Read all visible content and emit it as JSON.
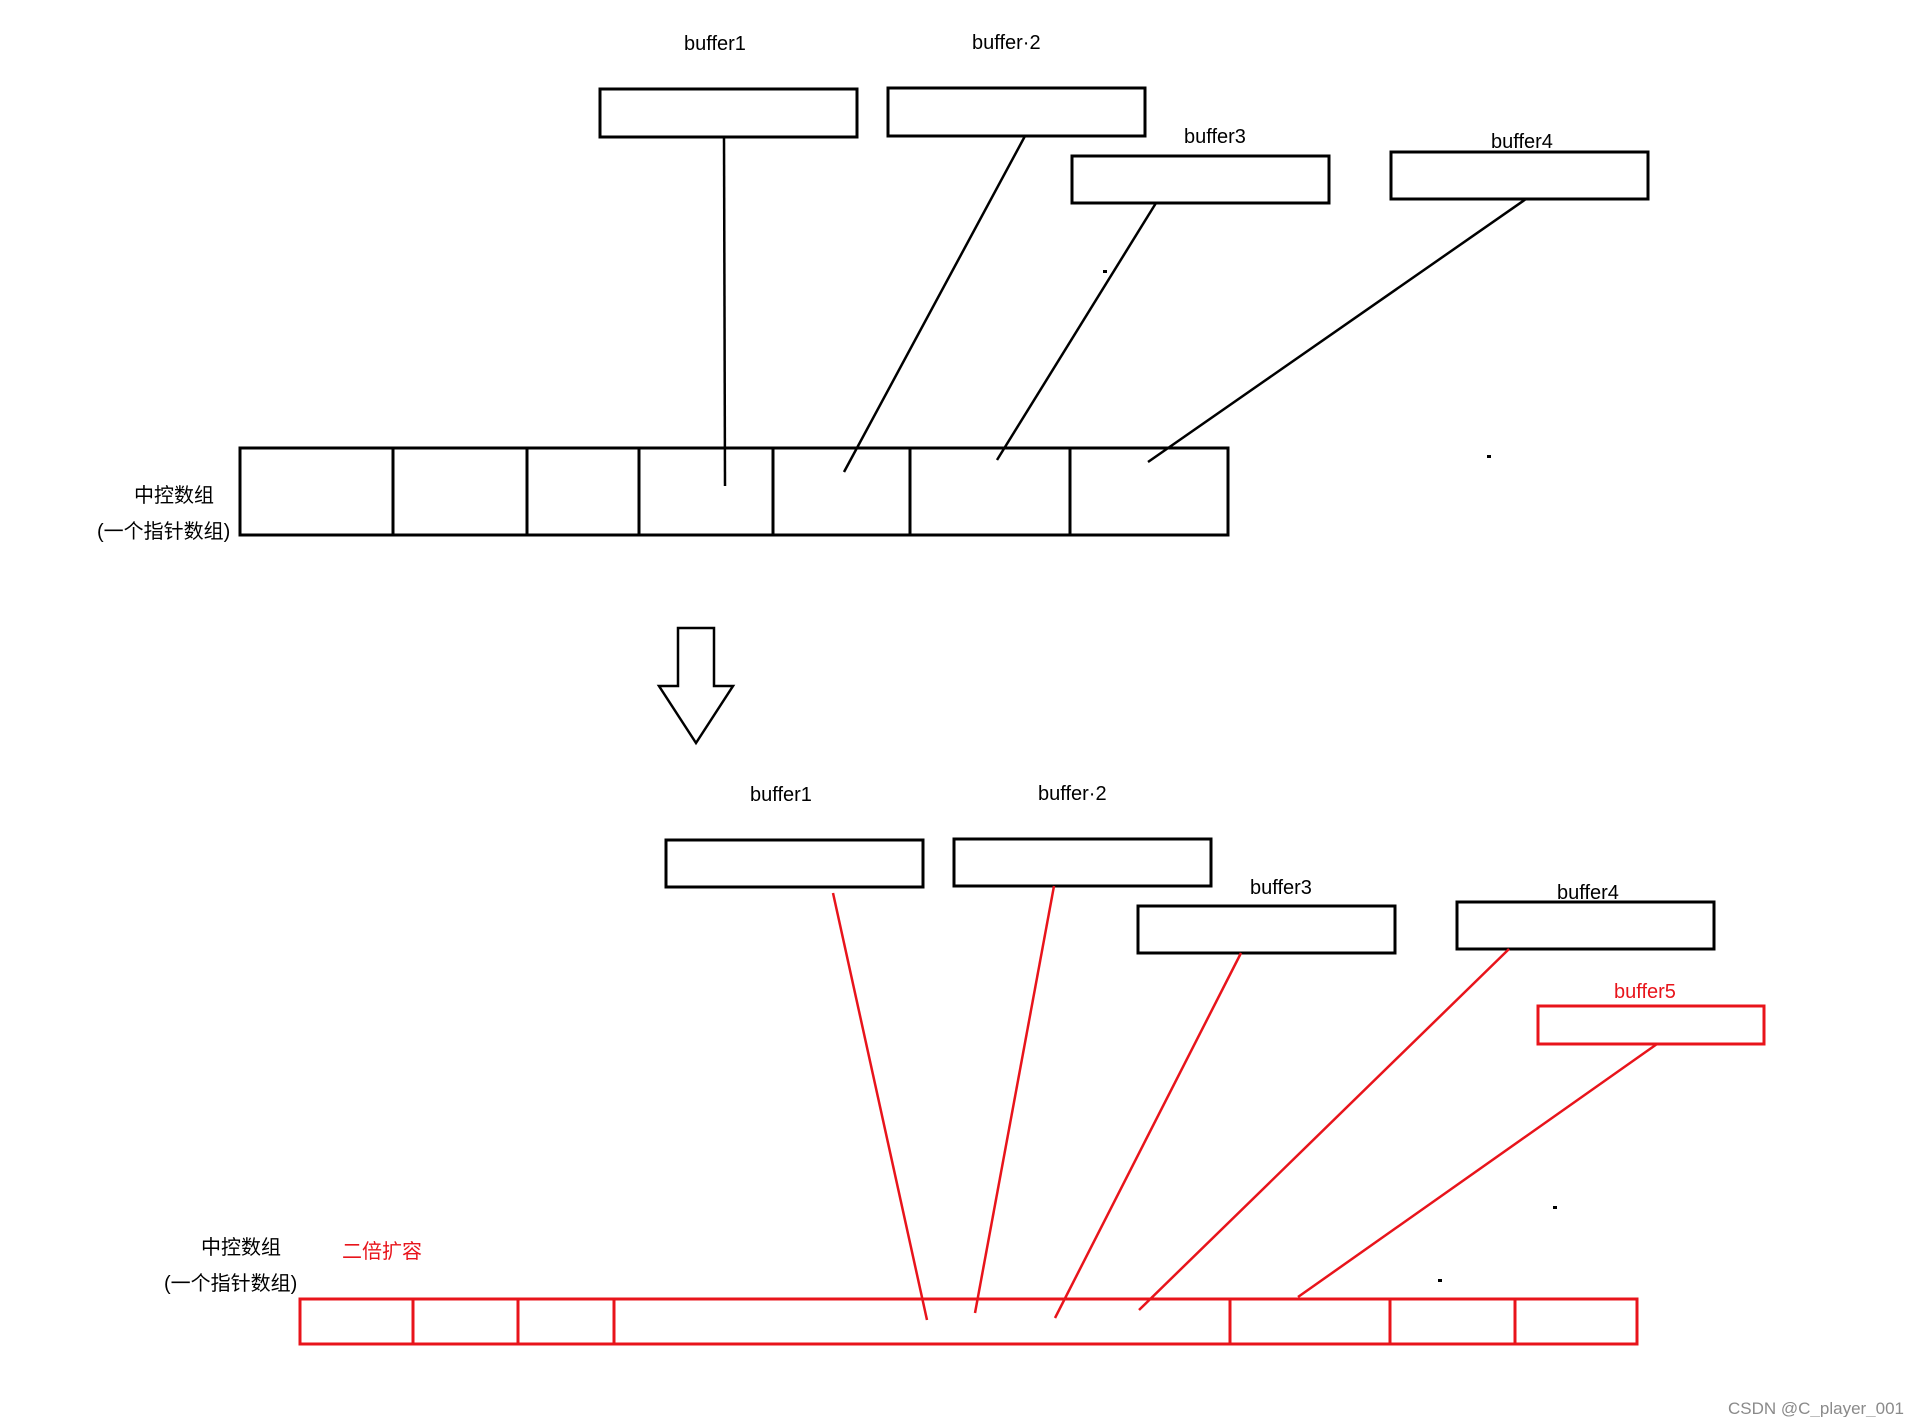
{
  "colors": {
    "black": "#000000",
    "red": "#e8141b",
    "watermark": "#8a8a8a"
  },
  "top": {
    "buffers": [
      "buffer1",
      "buffer·2",
      "buffer3",
      "buffer4"
    ],
    "array_label_line1": "中控数组",
    "array_label_line2": "(一个指针数组)"
  },
  "bottom": {
    "buffers": [
      "buffer1",
      "buffer·2",
      "buffer3",
      "buffer4"
    ],
    "new_buffer": "buffer5",
    "array_label_line1": "中控数组",
    "array_label_line2": "(一个指针数组)",
    "expand_note": "二倍扩容"
  },
  "transition_arrow_icon": "down-arrow-icon",
  "watermark": "CSDN @C_player_001"
}
